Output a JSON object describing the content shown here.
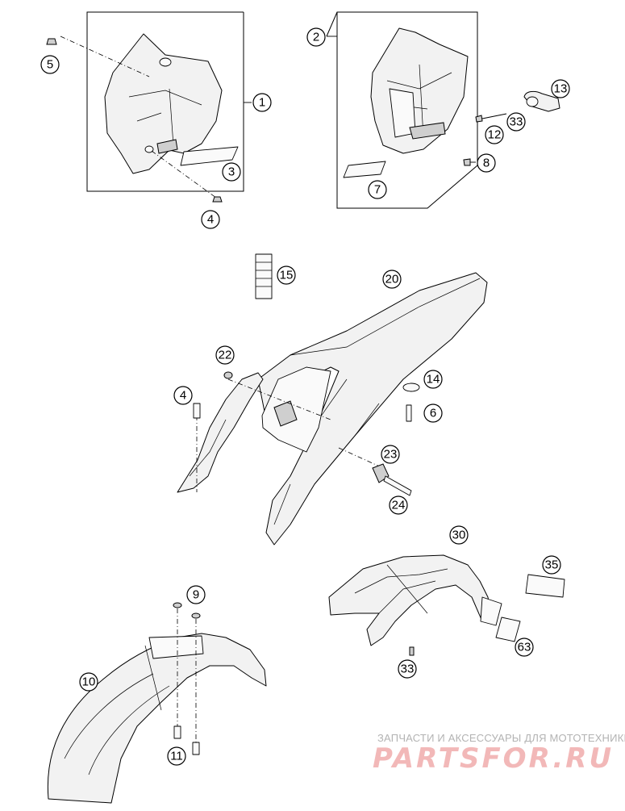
{
  "callouts": [
    {
      "id": "c1",
      "label": "1"
    },
    {
      "id": "c2",
      "label": "2"
    },
    {
      "id": "c3",
      "label": "3"
    },
    {
      "id": "c4a",
      "label": "4"
    },
    {
      "id": "c4b",
      "label": "4"
    },
    {
      "id": "c5",
      "label": "5"
    },
    {
      "id": "c6",
      "label": "6"
    },
    {
      "id": "c7",
      "label": "7"
    },
    {
      "id": "c8",
      "label": "8"
    },
    {
      "id": "c9",
      "label": "9"
    },
    {
      "id": "c10",
      "label": "10"
    },
    {
      "id": "c11",
      "label": "11"
    },
    {
      "id": "c12",
      "label": "12"
    },
    {
      "id": "c13",
      "label": "13"
    },
    {
      "id": "c14",
      "label": "14"
    },
    {
      "id": "c15",
      "label": "15"
    },
    {
      "id": "c20",
      "label": "20"
    },
    {
      "id": "c22",
      "label": "22"
    },
    {
      "id": "c23",
      "label": "23"
    },
    {
      "id": "c24",
      "label": "24"
    },
    {
      "id": "c30",
      "label": "30"
    },
    {
      "id": "c33a",
      "label": "33"
    },
    {
      "id": "c33b",
      "label": "33"
    },
    {
      "id": "c35",
      "label": "35"
    },
    {
      "id": "c63",
      "label": "63"
    }
  ],
  "watermark": {
    "tagline": "ЗАПЧАСТИ И АКСЕССУАРЫ ДЛЯ МОТОТЕХНИКИ",
    "logo": "PARTSFOR.RU"
  },
  "colors": {
    "line": "#000000",
    "part_fill": "#f2f2f2",
    "watermark_gray": "#b3b3b3",
    "watermark_red": "#f2b8b8"
  }
}
